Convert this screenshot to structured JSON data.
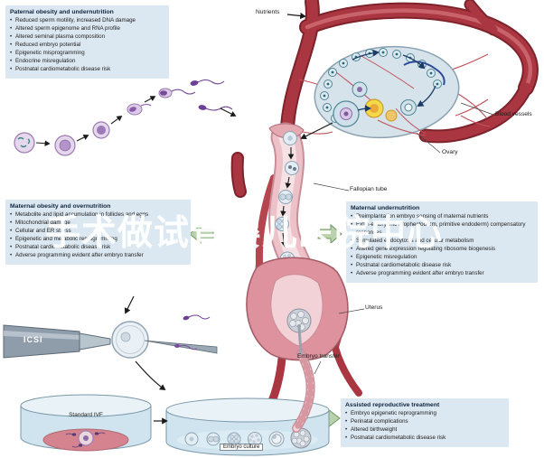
{
  "labels": {
    "nutrients": "Nutrients",
    "blood_vessels": "Blood vessels",
    "ovary": "Ovary",
    "fallopian_tube": "Fallopian tube",
    "uterus": "Uterus",
    "embryo_transfer": "Embryo transfer",
    "icsi": "ICSI",
    "standard_ivf": "Standard IVF",
    "embryo_culture": "Embryo culture"
  },
  "boxes": {
    "paternal": {
      "title": "Paternal obesity and undernutrition",
      "items": [
        "Reduced sperm motility, increased DNA damage",
        "Altered sperm epigenome and RNA profile",
        "Altered seminal plasma composition",
        "Reduced embryo potential",
        "Epigenetic misprogramming",
        "Endocrine misregulation",
        "Postnatal cardiometabolic disease risk"
      ]
    },
    "maternal_obesity": {
      "title": "Maternal obesity and overnutrition",
      "items": [
        "Metabolite and lipid accumulation in follicles and eggs",
        "Mitochondrial damage",
        "Cellular and ER stress",
        "Epigenetic and metabolic reprogramming",
        "Postnatal cardiometabolic disease risk",
        "Adverse programming evident after embryo transfer"
      ]
    },
    "maternal_undernutrition": {
      "title": "Maternal undernutrition",
      "items": [
        "Preimplantation embryo sensing of maternal nutrients",
        "Extra-embryonic (trophectoderm, primitive endoderm) compensatory responses",
        "Stimulated endocytosis and cellular metabolism",
        "Altered gene expression regulating ribosome biogenesis",
        "Epigenetic misregulation",
        "Postnatal cardiometabolic disease risk",
        "Adverse programming evident after embryo transfer"
      ]
    },
    "assisted_reproductive": {
      "title": "Assisted reproductive treatment",
      "items": [
        "Embryo epigenetic reprogramming",
        "Perinatal complications",
        "Altered birthweight",
        "Postnatal cardiometabolic disease risk"
      ]
    }
  },
  "watermark": "手术做试管婴儿医院中心",
  "colors": {
    "box_bg": "#dce8f1",
    "vessel_red": "#a93640",
    "tube_pink": "#ecc2c8",
    "arrow_green": "#b9d2ab",
    "follicle_teal": "#4f8696",
    "sperm_purple": "#7a4a9a"
  }
}
